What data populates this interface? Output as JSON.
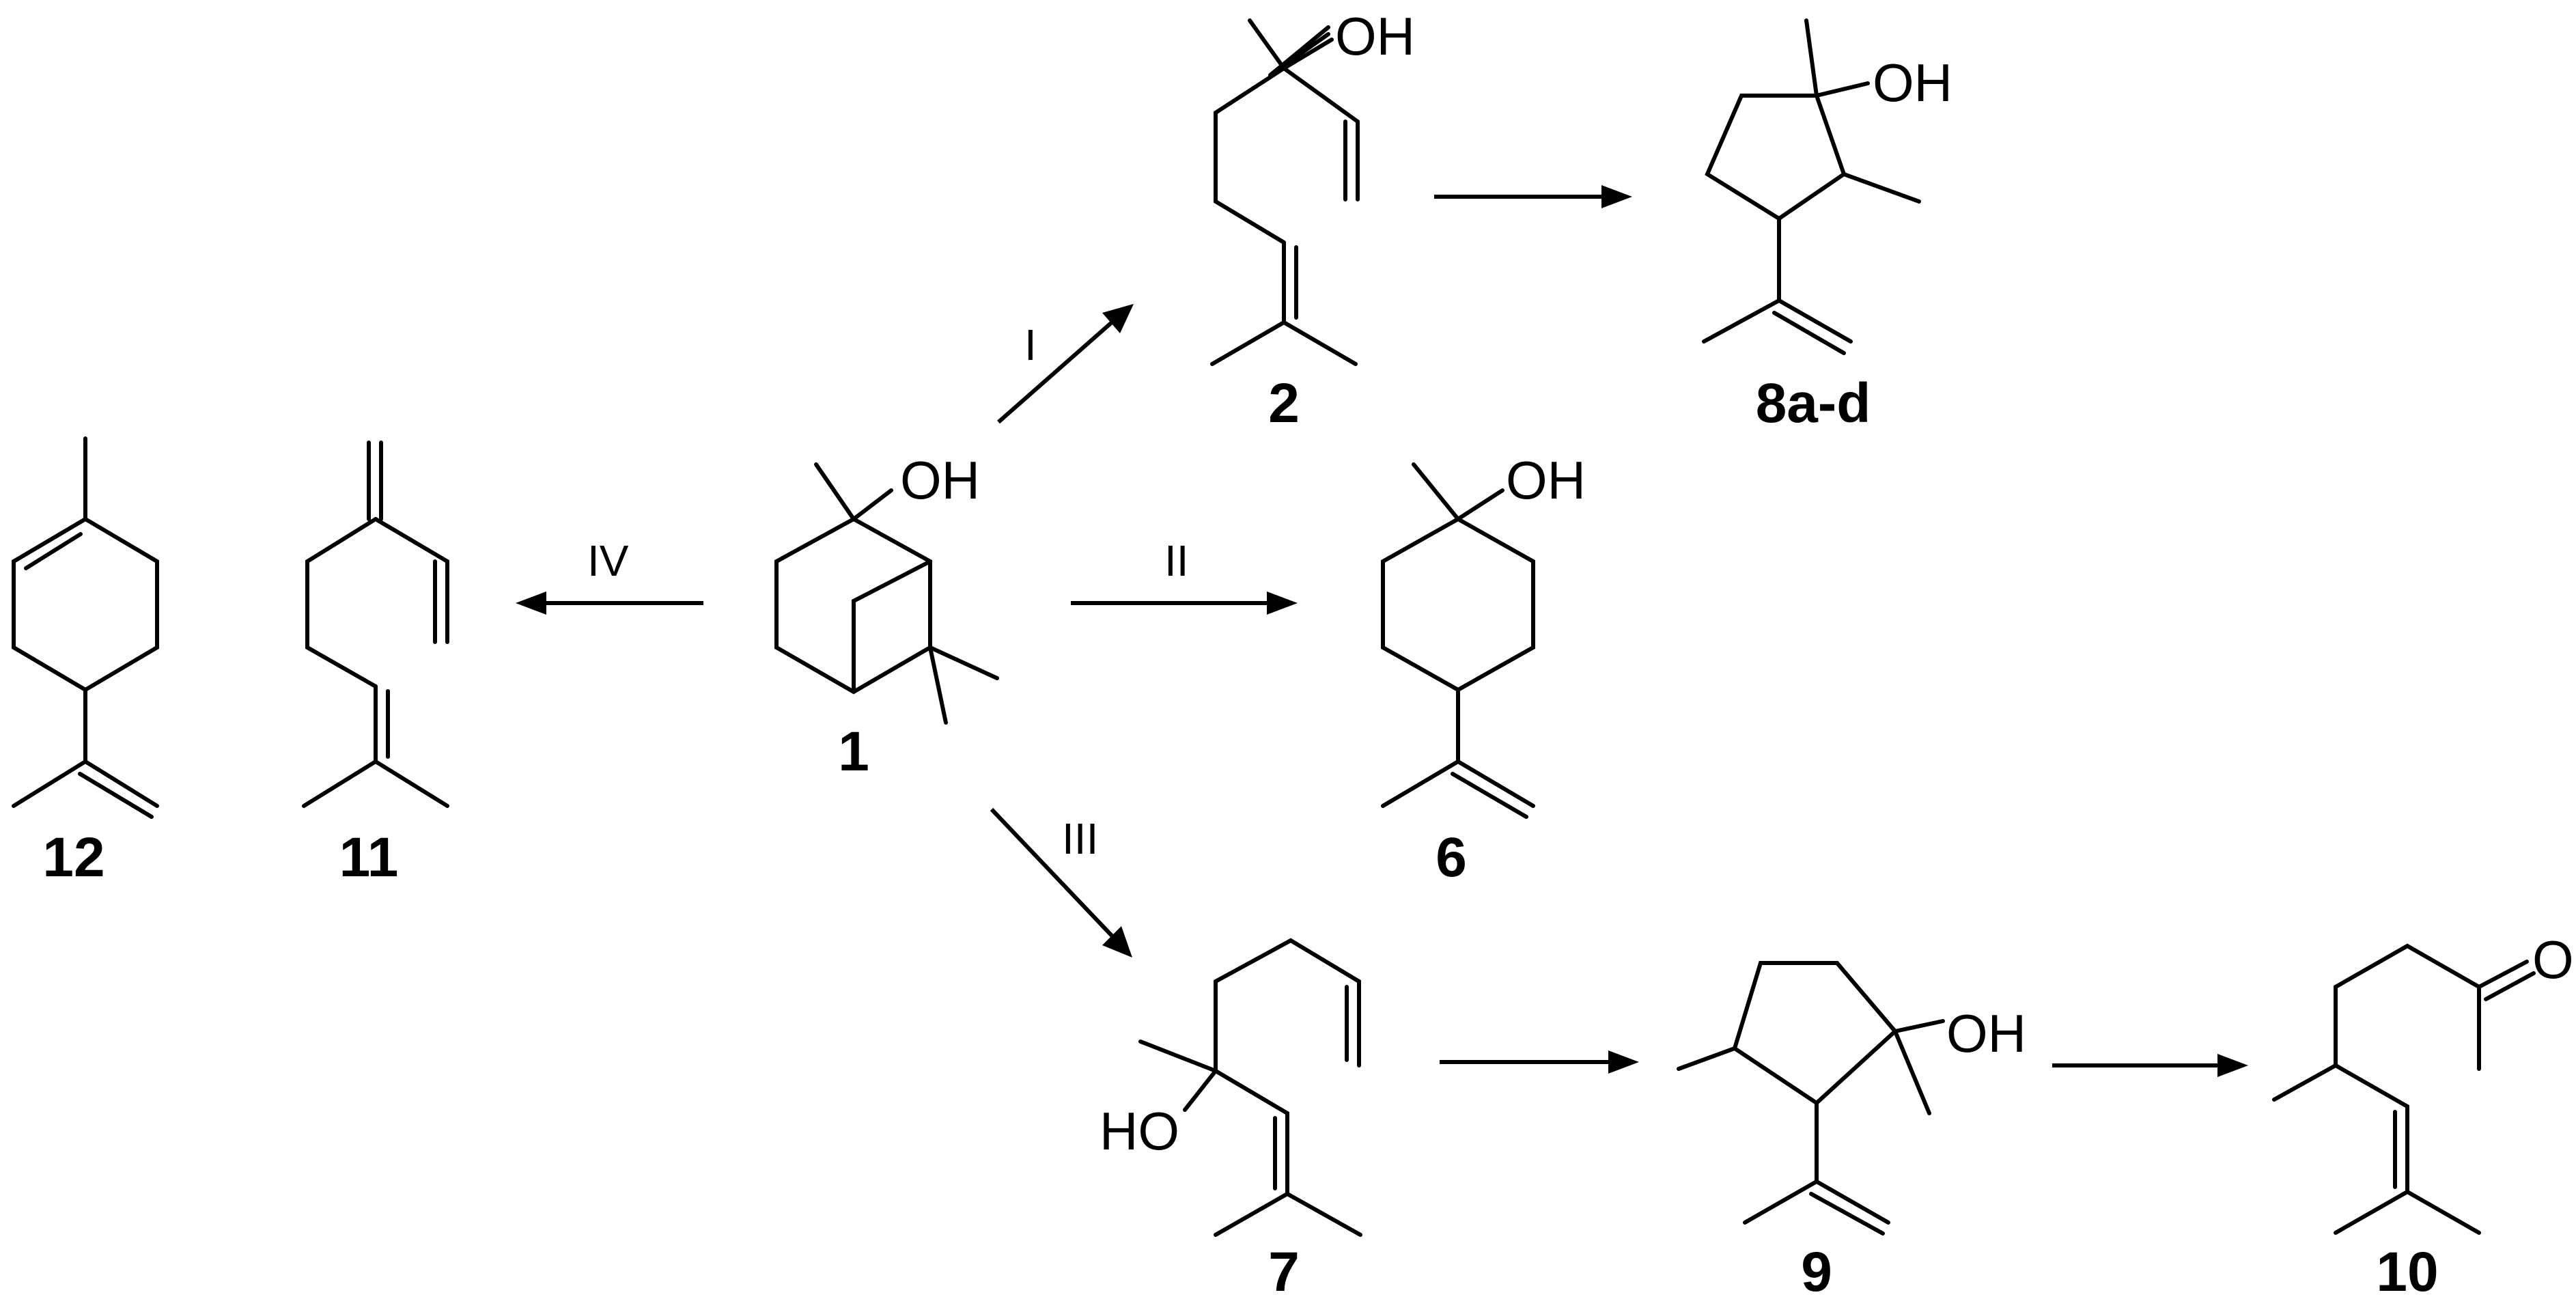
{
  "compounds": {
    "c1": {
      "number": "1",
      "label": "OH"
    },
    "c2": {
      "number": "2",
      "label": "OH"
    },
    "c6": {
      "number": "6",
      "label": "OH"
    },
    "c7": {
      "number": "7",
      "label": "HO"
    },
    "c8": {
      "number": "8a-d",
      "label": "OH"
    },
    "c9": {
      "number": "9",
      "label": "OH"
    },
    "c10": {
      "number": "10",
      "label": "O"
    },
    "c11": {
      "number": "11"
    },
    "c12": {
      "number": "12"
    }
  },
  "conditions": {
    "r1": "I",
    "r2": "II",
    "r3": "III",
    "r4": "IV"
  }
}
